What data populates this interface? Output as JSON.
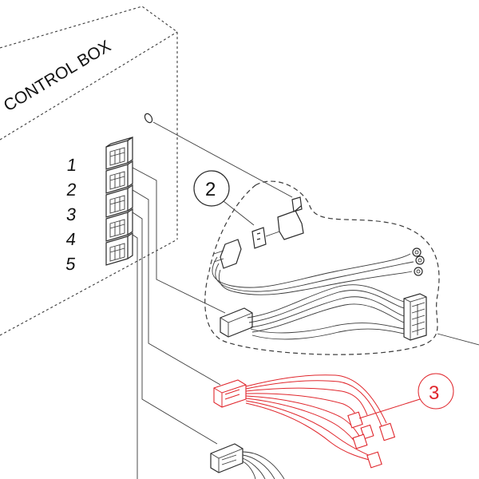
{
  "diagram": {
    "box_title": "CONTROL BOX",
    "port_numbers": [
      "1",
      "2",
      "3",
      "4",
      "5"
    ],
    "callouts": [
      {
        "number": "2",
        "color": "#1a1a1a"
      },
      {
        "number": "3",
        "color": "#e0262c"
      }
    ]
  },
  "colors": {
    "line": "#2a2a2a",
    "highlight": "#e0262c",
    "background": "#ffffff"
  }
}
